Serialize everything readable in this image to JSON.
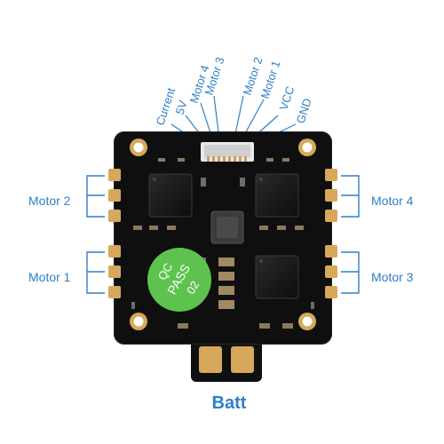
{
  "pin_labels": {
    "current": "Current",
    "v5": "5V",
    "motor4": "Motor 4",
    "motor3": "Motor 3",
    "motor2": "Motor 2",
    "motor1": "Motor 1",
    "vcc": "VCC",
    "gnd": "GND"
  },
  "motor_labels": {
    "left_top": "Motor 2",
    "left_bottom": "Motor 1",
    "right_top": "Motor 4",
    "right_bottom": "Motor 3"
  },
  "qc_sticker": {
    "line1": "QC",
    "line2": "PASS",
    "line3": "02"
  },
  "batt_label": "Batt",
  "colors": {
    "label_blue": "#2f7fc9",
    "pcb": "#111111",
    "pad_gold": "#d7a85a",
    "sticker_green": "#5ec24f"
  }
}
